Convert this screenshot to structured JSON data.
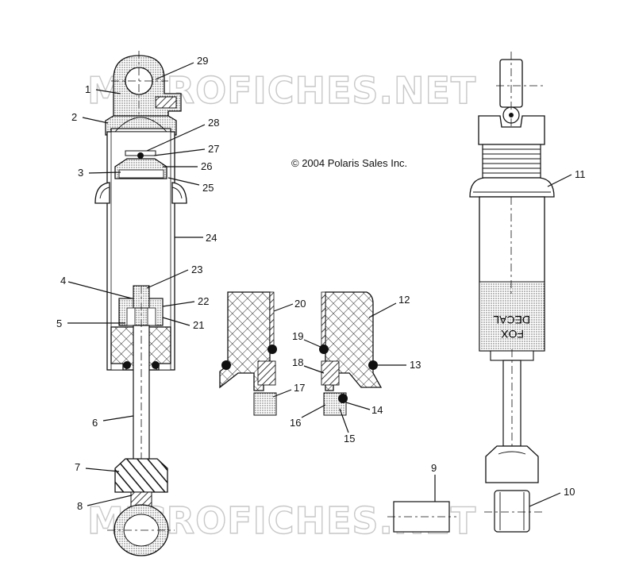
{
  "diagram": {
    "copyright": "© 2004 Polaris Sales Inc.",
    "watermark": "MICROFICHES.NET",
    "decal_text": [
      "DECAL",
      "FOX"
    ]
  },
  "callouts": [
    {
      "id": "c1",
      "label": "1"
    },
    {
      "id": "c2",
      "label": "2"
    },
    {
      "id": "c3",
      "label": "3"
    },
    {
      "id": "c4",
      "label": "4"
    },
    {
      "id": "c5",
      "label": "5"
    },
    {
      "id": "c6",
      "label": "6"
    },
    {
      "id": "c7",
      "label": "7"
    },
    {
      "id": "c8",
      "label": "8"
    },
    {
      "id": "c9",
      "label": "9"
    },
    {
      "id": "c10",
      "label": "10"
    },
    {
      "id": "c11",
      "label": "11"
    },
    {
      "id": "c12",
      "label": "12"
    },
    {
      "id": "c13",
      "label": "13"
    },
    {
      "id": "c14",
      "label": "14"
    },
    {
      "id": "c15",
      "label": "15"
    },
    {
      "id": "c16",
      "label": "16"
    },
    {
      "id": "c17",
      "label": "17"
    },
    {
      "id": "c18",
      "label": "18"
    },
    {
      "id": "c19",
      "label": "19"
    },
    {
      "id": "c20",
      "label": "20"
    },
    {
      "id": "c21",
      "label": "21"
    },
    {
      "id": "c22",
      "label": "22"
    },
    {
      "id": "c23",
      "label": "23"
    },
    {
      "id": "c24",
      "label": "24"
    },
    {
      "id": "c25",
      "label": "25"
    },
    {
      "id": "c26",
      "label": "26"
    },
    {
      "id": "c27",
      "label": "27"
    },
    {
      "id": "c28",
      "label": "28"
    },
    {
      "id": "c29",
      "label": "29"
    }
  ]
}
